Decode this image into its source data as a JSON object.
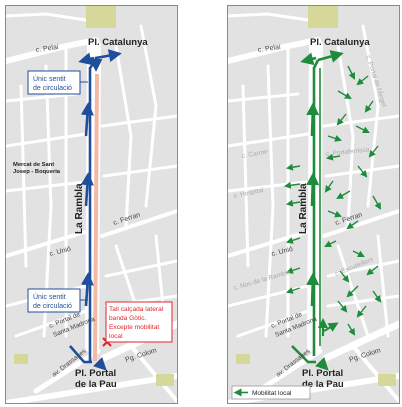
{
  "left_map": {
    "places": {
      "pl_catalunya": "Pl. Catalunya",
      "pl_portal_line1": "Pl. Portal",
      "pl_portal_line2": "de la Pau",
      "la_rambla": "La Rambla",
      "mercat_line1": "Mercat de Sant",
      "mercat_line2": "Josep - Boqueria"
    },
    "streets": {
      "pelai": "c. Pelai",
      "ferran": "c. Ferran",
      "unio": "c. Unió",
      "portal_sm_line1": "c. Portal de",
      "portal_sm_line2": "Santa Madrona",
      "drassanes": "av. Drassanes",
      "colom": "Pg. Colom"
    },
    "callouts": {
      "top_line1": "Únic sentit",
      "top_line2": "de circulació",
      "bottom_line1": "Únic sentit",
      "bottom_line2": "de circulació",
      "closure_line1": "Tall calçada lateral",
      "closure_line2": "banda Gòtic.",
      "closure_line3": "Excepte mobilitat",
      "closure_line4": "local"
    }
  },
  "right_map": {
    "places": {
      "pl_catalunya": "Pl. Catalunya",
      "pl_portal_line1": "Pl. Portal",
      "pl_portal_line2": "de la Pau",
      "la_rambla": "La Rambla"
    },
    "streets": {
      "pelai": "c. Pelai",
      "portal_angel": "c. Portal de l'Àngel",
      "carme": "c. Carme",
      "portaferrissa": "c. Portaferrissa",
      "hospital": "c. Hospital",
      "ferran": "c. Ferran",
      "unio": "c. Unió",
      "escudellers": "c. Escudellers",
      "nou_rambla": "c. Nou de la Rambla",
      "portal_sm_line1": "c. Portal de",
      "portal_sm_line2": "Santa Madrona",
      "drassanes": "av. Drassanes",
      "colom": "Pg. Colom"
    },
    "legend": "Mobilitat local"
  },
  "colors": {
    "one_way_blue": "#1f4e9c",
    "local_green": "#1e8c3a",
    "closure_red": "#e0262b",
    "closed_lane": "#f3b9a6"
  }
}
